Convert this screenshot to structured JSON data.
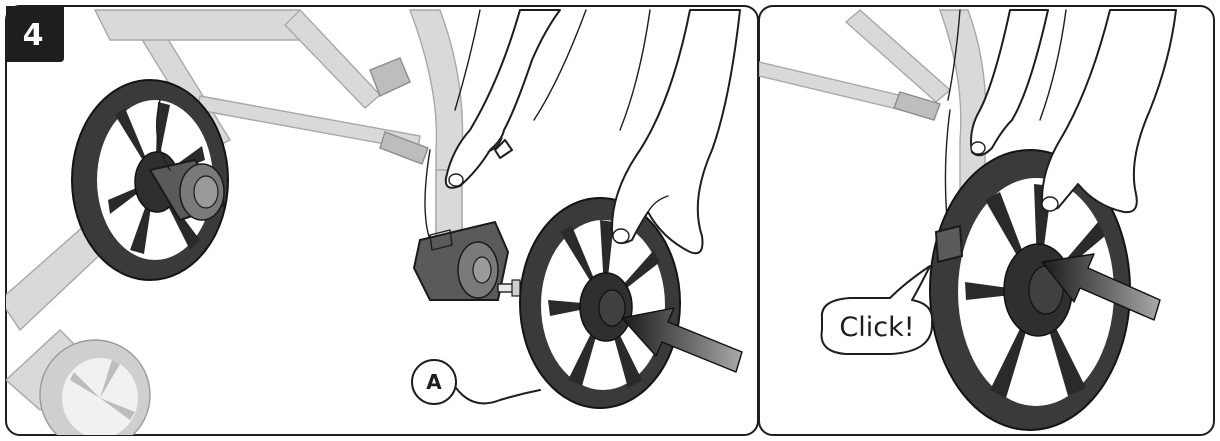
{
  "figure": {
    "step_number": "4",
    "callout_label": "A",
    "sound_text": "Click!",
    "colors": {
      "outline": "#1e1e1e",
      "tire": "#3a3a3a",
      "frame": "#d9d9d9",
      "arrow": "#6e6e6e",
      "badge": "#1e1e1e"
    },
    "icons": [
      "step-badge",
      "push-arrow-icon",
      "speech-bubble"
    ]
  }
}
